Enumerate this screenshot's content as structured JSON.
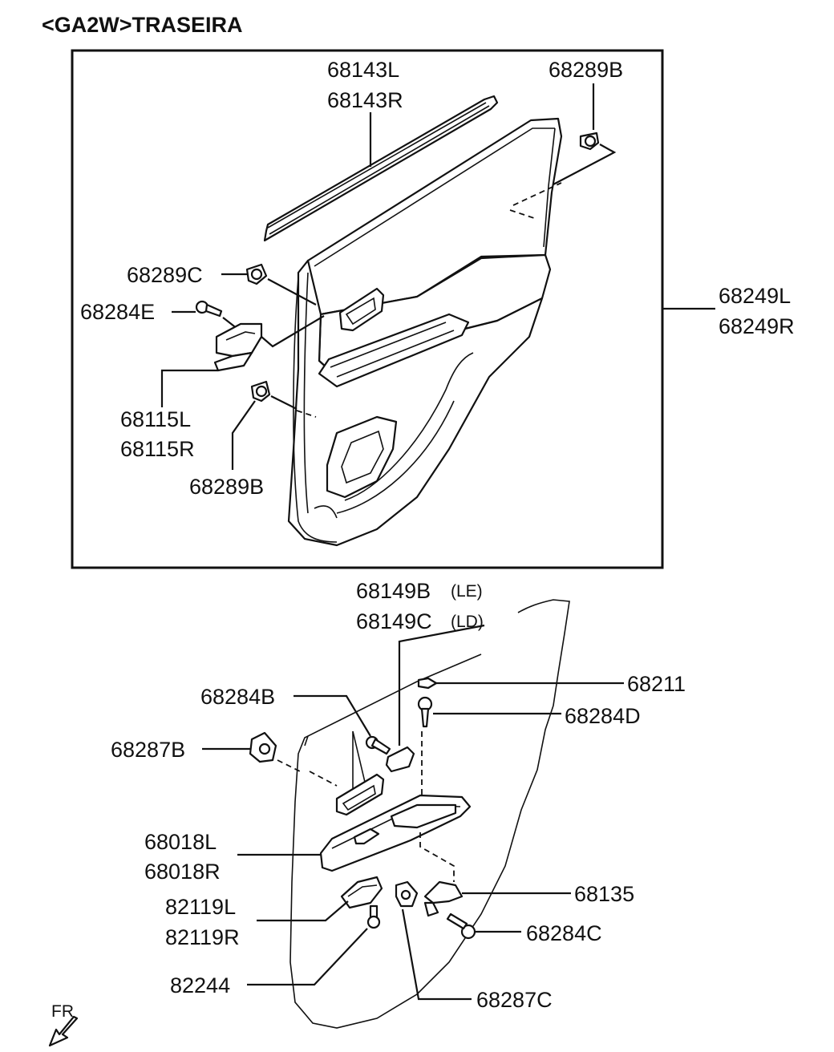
{
  "title": "<GA2W>TRASEIRA",
  "labels": {
    "p68143L": "68143L",
    "p68143R": "68143R",
    "p68289B_top": "68289B",
    "p68289C": "68289C",
    "p68284E": "68284E",
    "p68249L": "68249L",
    "p68249R": "68249R",
    "p68115L": "68115L",
    "p68115R": "68115R",
    "p68289B_bottom": "68289B",
    "p68149B": "68149B",
    "p68149B_note": "(LE)",
    "p68149C": "68149C",
    "p68149C_note": "(LD)",
    "p68211": "68211",
    "p68284B": "68284B",
    "p68284D": "68284D",
    "p68287B": "68287B",
    "p68018L": "68018L",
    "p68018R": "68018R",
    "p68135": "68135",
    "p82119L": "82119L",
    "p82119R": "82119R",
    "p68284C": "68284C",
    "p82244": "82244",
    "p68287C": "68287C",
    "fr": "FR"
  }
}
